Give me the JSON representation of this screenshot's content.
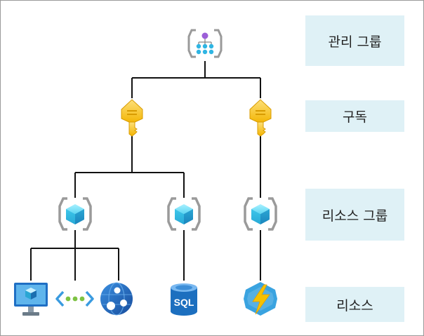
{
  "levels": {
    "management_group": "관리 그룹",
    "subscription": "구독",
    "resource_group": "리소스 그룹",
    "resource": "리소스"
  },
  "icons": {
    "management_group": "management-group-icon",
    "subscription": "subscription-key-icon",
    "resource_group": "resource-group-icon",
    "vm": "virtual-machine-icon",
    "vnet": "virtual-network-icon",
    "webapp": "web-app-icon",
    "sql": "sql-database-icon",
    "function": "function-app-icon"
  },
  "resources": {
    "sql_text": "SQL"
  },
  "colors": {
    "connector": "#111111",
    "bracket": "#9a9a9a",
    "key": "#f6c21a",
    "cube": "#50d0ee",
    "azure_blue": "#1f6fc4",
    "label_bg": "#dff1f6"
  }
}
